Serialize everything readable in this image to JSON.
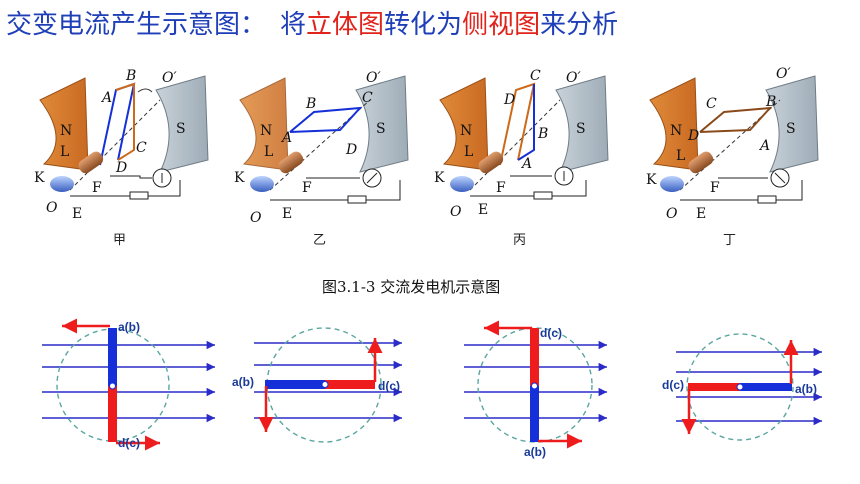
{
  "title": {
    "part1": "交变电流产生示意图：",
    "part2": "将",
    "part3": "立体图",
    "part4": "转化为",
    "part5": "侧视图",
    "part6": "来分析"
  },
  "colors": {
    "title_blue": "#1f3fb8",
    "title_red": "#e0241b",
    "coil_blue": "#1530d8",
    "coil_red": "#ee1c1c",
    "field_line": "#2b2bc8",
    "dashed_circle": "#5aa6a0"
  },
  "figure": {
    "caption": "图3.1-3   交流发电机示意图",
    "panels": [
      {
        "name": "甲",
        "labels": {
          "A": "A",
          "B": "B",
          "C": "C",
          "D": "D",
          "O1": "O′",
          "O": "O",
          "K": "K",
          "L": "L",
          "E": "E",
          "F": "F",
          "N": "N",
          "S": "S"
        }
      },
      {
        "name": "乙",
        "labels": {
          "A": "A",
          "B": "B",
          "C": "C",
          "D": "D",
          "O1": "O′",
          "O": "O",
          "K": "K",
          "L": "L",
          "E": "E",
          "F": "F",
          "N": "N",
          "S": "S"
        }
      },
      {
        "name": "丙",
        "labels": {
          "A": "A",
          "B": "B",
          "C": "C",
          "D": "D",
          "O1": "O′",
          "O": "O",
          "K": "K",
          "L": "L",
          "E": "E",
          "F": "F",
          "N": "N",
          "S": "S"
        }
      },
      {
        "name": "丁",
        "labels": {
          "A": "A",
          "B": "B",
          "C": "C",
          "D": "D",
          "O1": "O′",
          "O": "O",
          "K": "K",
          "L": "L",
          "E": "E",
          "F": "F",
          "N": "N",
          "S": "S"
        }
      }
    ]
  },
  "side_views": [
    {
      "top_label": "a(b)",
      "bottom_label": "d(c)"
    },
    {
      "left_label": "a(b)",
      "right_label": "d(c)"
    },
    {
      "top_label": "d(c)",
      "bottom_label": "a(b)"
    },
    {
      "left_label": "d(c)",
      "right_label": "a(b)"
    }
  ]
}
